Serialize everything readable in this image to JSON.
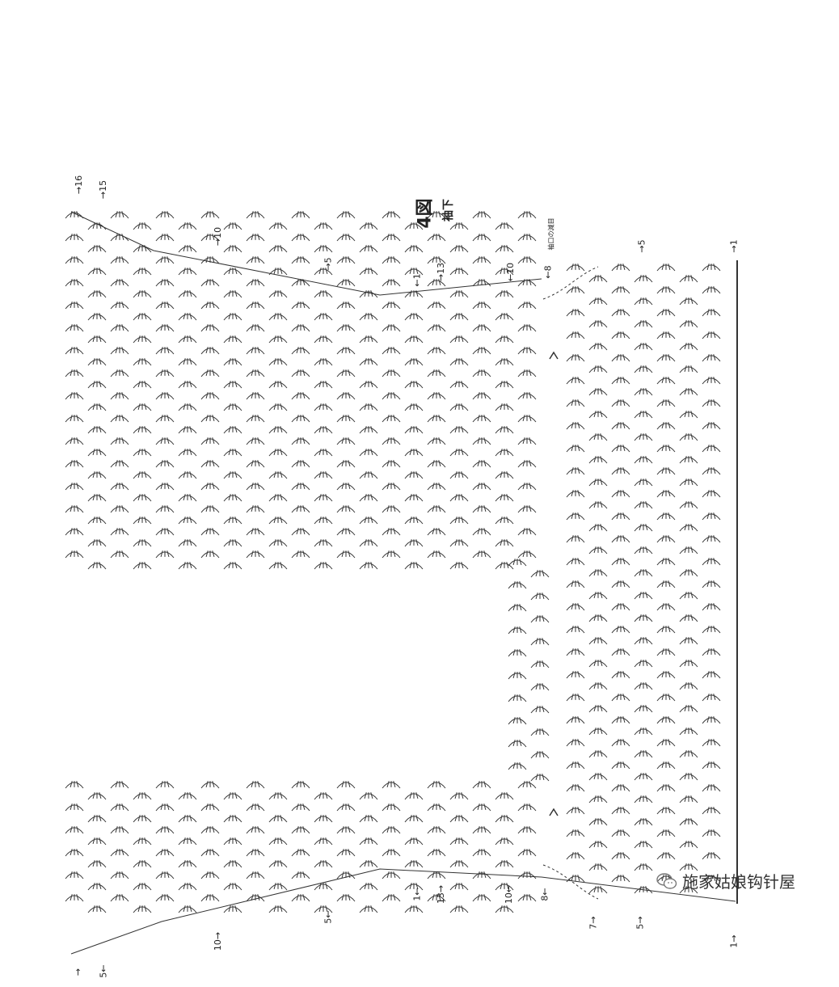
{
  "diagram": {
    "figure_number": "4図",
    "figure_title": "袖下",
    "cuff_note": "袖口の減目",
    "ink_color": "#333333"
  },
  "row_labels_top": [
    {
      "text": "→16"
    },
    {
      "text": "→15"
    },
    {
      "text": "→10"
    },
    {
      "text": "→5"
    },
    {
      "text": "←1"
    },
    {
      "text": "→13"
    },
    {
      "text": "←10"
    },
    {
      "text": "←8"
    },
    {
      "text": "→5"
    },
    {
      "text": "→1"
    }
  ],
  "row_labels_bottom": [
    {
      "text": "1→"
    },
    {
      "text": "5→"
    },
    {
      "text": "7→"
    },
    {
      "text": "8←"
    },
    {
      "text": "10←"
    },
    {
      "text": "13→"
    },
    {
      "text": "1←"
    },
    {
      "text": "5←"
    },
    {
      "text": "10→"
    },
    {
      "text": "5←"
    },
    {
      "text": "→"
    }
  ],
  "watermark": {
    "text": "施家姑娘钩针屋",
    "icon": "wechat-icon"
  }
}
